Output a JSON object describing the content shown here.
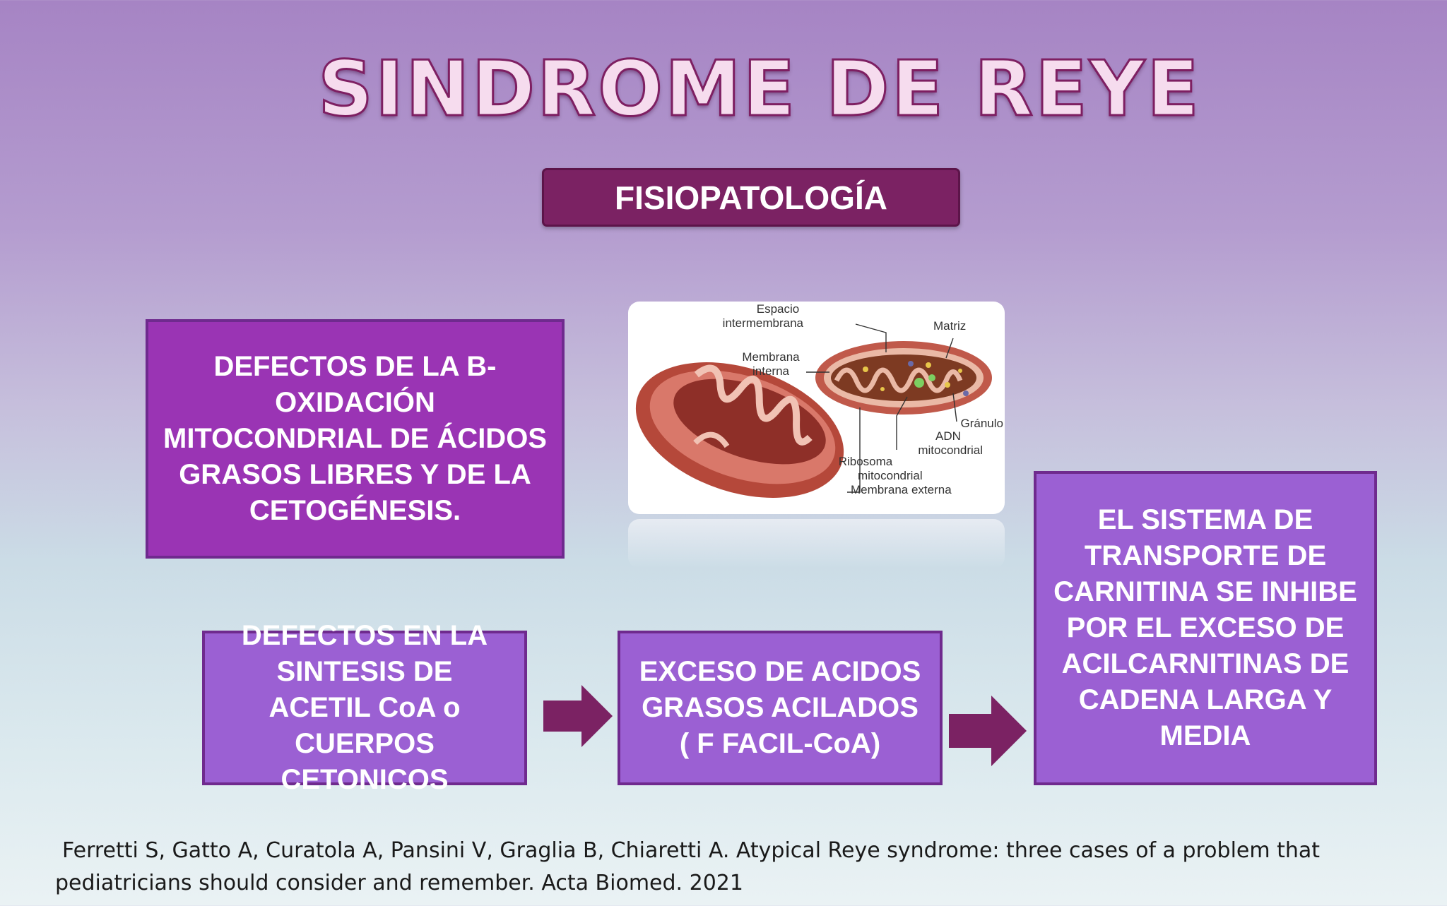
{
  "slide": {
    "title": "SINDROME DE REYE",
    "subtitle": "FISIOPATOLOGÍA"
  },
  "boxes": {
    "beta_oxidation": "DEFECTOS DE LA B-OXIDACIÓN MITOCONDRIAL DE ÁCIDOS GRASOS LIBRES Y DE LA CETOGÉNESIS.",
    "acetyl_coa": "DEFECTOS EN LA SINTESIS DE ACETIL CoA o CUERPOS CETONICOS",
    "acyl_fatty_acids": "EXCESO DE ACIDOS GRASOS ACILADOS ( F FACIL-CoA)",
    "carnitine": "EL SISTEMA DE TRANSPORTE DE CARNITINA SE INHIBE POR EL EXCESO DE ACILCARNITINAS DE CADENA LARGA Y MEDIA"
  },
  "figure": {
    "labels": {
      "espacio": "Espacio",
      "intermembrana": "intermembrana",
      "matriz": "Matriz",
      "membrana": "Membrana",
      "interna": "interna",
      "granulo": "Gránulo",
      "adn": "ADN",
      "mitocondrial_adn": "mitocondrial",
      "ribosoma": "Ribosoma",
      "mitocondrial_rib": "mitocondrial",
      "membrana_externa": "Membrana externa"
    }
  },
  "citation": {
    "line1": "Ferretti S, Gatto A, Curatola A, Pansini V, Graglia B, Chiaretti A. Atypical Reye syndrome: three cases of a problem that",
    "line2": "pediatricians should consider and remember. Acta Biomed. 2021"
  },
  "colors": {
    "title_fill": "#f6dcee",
    "title_stroke": "#7e1f62",
    "subtitle_bg": "#7b2263",
    "box_magenta": "#9a34b4",
    "box_violet": "#9b60d3",
    "arrow": "#7b2263"
  }
}
